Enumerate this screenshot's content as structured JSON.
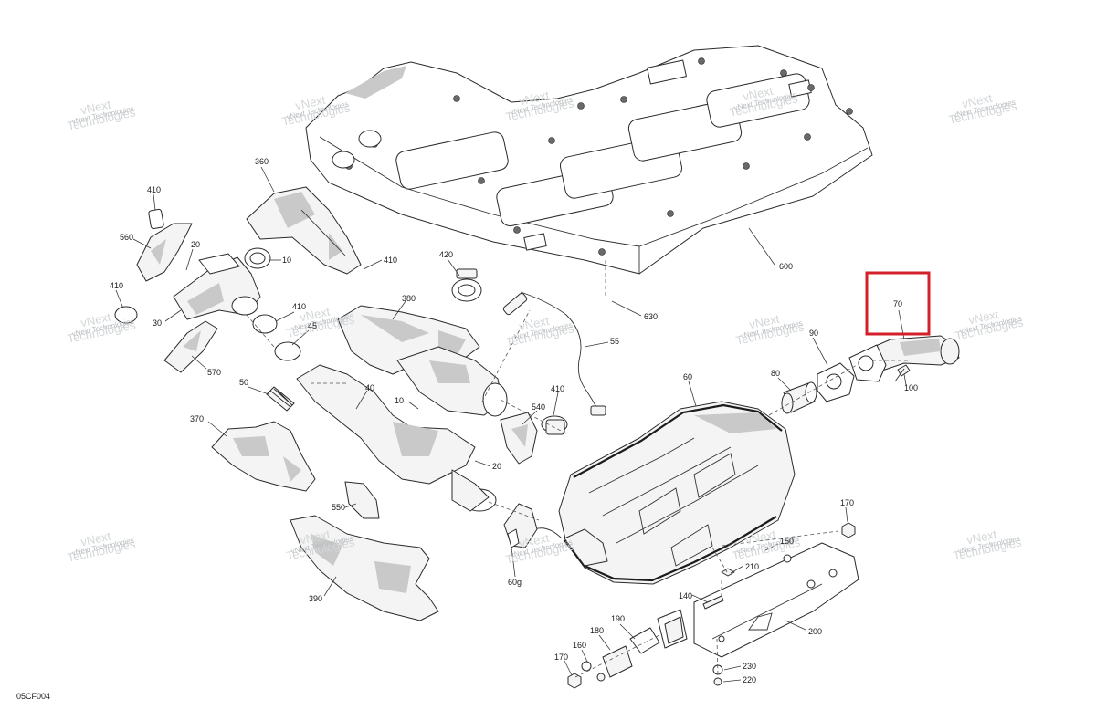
{
  "figure_code": "05CF004",
  "highlight_color": "#d3202a",
  "callouts": [
    {
      "id": "c-360",
      "text": "360"
    },
    {
      "id": "c-410a",
      "text": "410"
    },
    {
      "id": "c-560",
      "text": "560"
    },
    {
      "id": "c-20a",
      "text": "20"
    },
    {
      "id": "c-10a",
      "text": "10"
    },
    {
      "id": "c-410b",
      "text": "410"
    },
    {
      "id": "c-410c",
      "text": "410"
    },
    {
      "id": "c-30",
      "text": "30"
    },
    {
      "id": "c-410d",
      "text": "410"
    },
    {
      "id": "c-45",
      "text": "45"
    },
    {
      "id": "c-570",
      "text": "570"
    },
    {
      "id": "c-50",
      "text": "50"
    },
    {
      "id": "c-380",
      "text": "380"
    },
    {
      "id": "c-420",
      "text": "420"
    },
    {
      "id": "c-600",
      "text": "600"
    },
    {
      "id": "c-630",
      "text": "630"
    },
    {
      "id": "c-55",
      "text": "55"
    },
    {
      "id": "c-410e",
      "text": "410"
    },
    {
      "id": "c-40",
      "text": "40"
    },
    {
      "id": "c-10b",
      "text": "10"
    },
    {
      "id": "c-540",
      "text": "540"
    },
    {
      "id": "c-370",
      "text": "370"
    },
    {
      "id": "c-20b",
      "text": "20"
    },
    {
      "id": "c-550",
      "text": "550"
    },
    {
      "id": "c-390",
      "text": "390"
    },
    {
      "id": "c-60g",
      "text": "60g"
    },
    {
      "id": "c-60",
      "text": "60"
    },
    {
      "id": "c-80",
      "text": "80"
    },
    {
      "id": "c-90",
      "text": "90"
    },
    {
      "id": "c-70",
      "text": "70"
    },
    {
      "id": "c-100",
      "text": "100"
    },
    {
      "id": "c-170a",
      "text": "170"
    },
    {
      "id": "c-150",
      "text": "150"
    },
    {
      "id": "c-210",
      "text": "210"
    },
    {
      "id": "c-140",
      "text": "140"
    },
    {
      "id": "c-200",
      "text": "200"
    },
    {
      "id": "c-190",
      "text": "190"
    },
    {
      "id": "c-180",
      "text": "180"
    },
    {
      "id": "c-160",
      "text": "160"
    },
    {
      "id": "c-170b",
      "text": "170"
    },
    {
      "id": "c-230",
      "text": "230"
    },
    {
      "id": "c-220",
      "text": "220"
    }
  ],
  "watermark": {
    "small": "vNext Technologies",
    "big_top": "vNext",
    "big_bottom": "Technologies"
  }
}
